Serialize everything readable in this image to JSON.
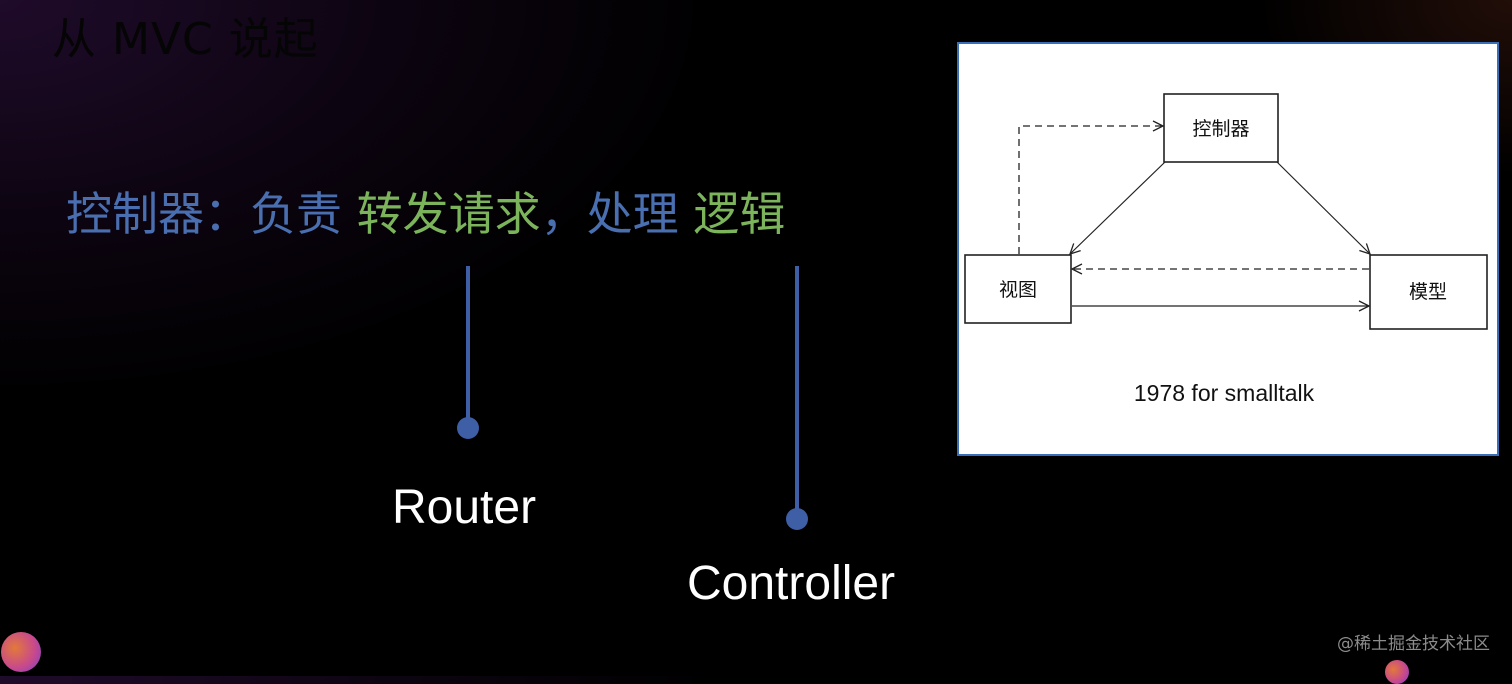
{
  "slide": {
    "title": "从 MVC 说起",
    "headline": {
      "part1": "控制器：负责 ",
      "part2": "转发请求",
      "part3": "，处理 ",
      "part4": "逻辑"
    },
    "terms": {
      "router": "Router",
      "controller": "Controller"
    },
    "colors": {
      "blue_text": "#4a6fb0",
      "green_text": "#7cb45b",
      "connector": "#3e5ea5",
      "panel_border": "#3a6fb7"
    }
  },
  "diagram": {
    "nodes": {
      "controller": "控制器",
      "view": "视图",
      "model": "模型"
    },
    "caption": "1978 for smalltalk"
  },
  "watermark": "@稀土掘金技术社区"
}
